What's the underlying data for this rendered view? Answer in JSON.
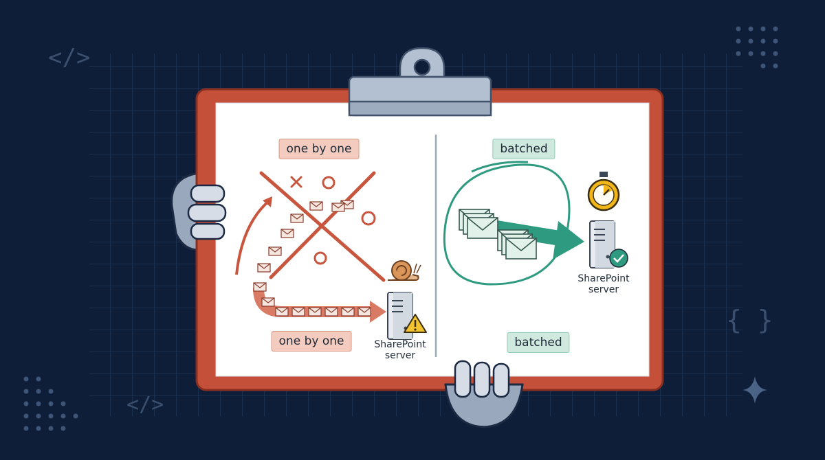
{
  "left": {
    "label_top": "one by one",
    "label_bottom": "one by one",
    "server_line1": "SharePoint",
    "server_line2": "server"
  },
  "right": {
    "label_top": "batched",
    "label_bottom": "batched",
    "server_line1": "SharePoint",
    "server_line2": "server"
  },
  "decor": {
    "code_tag": "</>",
    "braces": "{ }"
  },
  "colors": {
    "background": "#0f1e38",
    "board": "#c4503a",
    "paper": "#ffffff",
    "clip": "#b3c0d2",
    "fail_red": "#c8553d",
    "success_teal": "#2e9a80",
    "timer_yellow": "#f2b619"
  }
}
